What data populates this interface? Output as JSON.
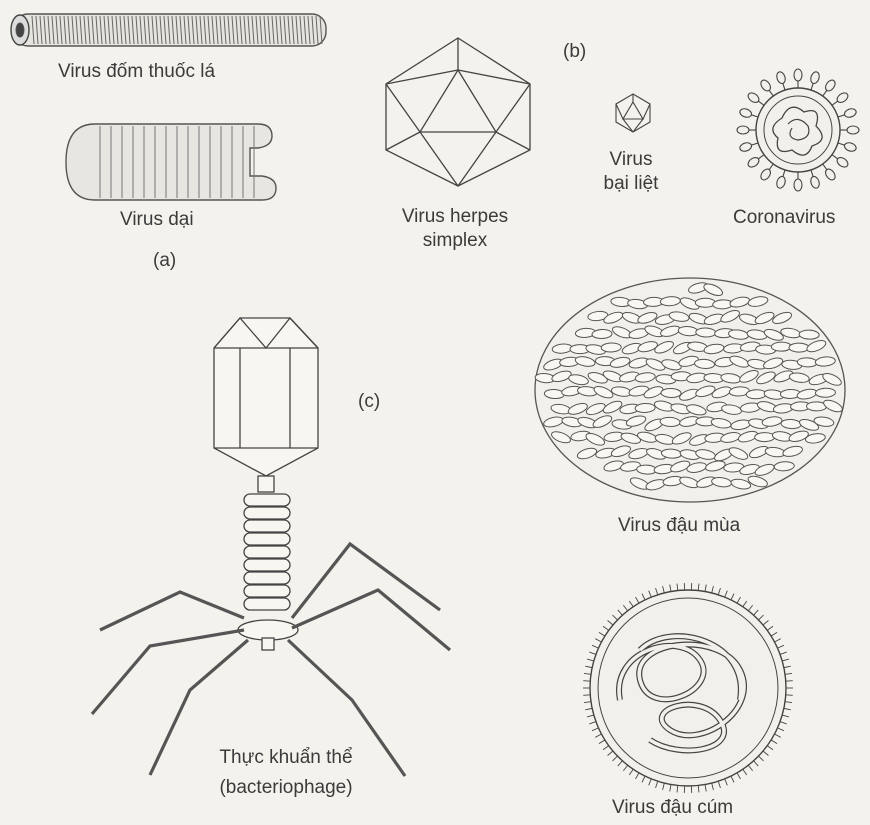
{
  "labels": {
    "tobacco_mosaic": "Virus đốm thuốc lá",
    "rabies": "Virus dại",
    "panel_a": "(a)",
    "panel_b": "(b)",
    "herpes_line1": "Virus herpes",
    "herpes_line2": "simplex",
    "polio_line1": "Virus",
    "polio_line2": "bại liệt",
    "coronavirus": "Coronavirus",
    "panel_c": "(c)",
    "smallpox": "Virus đậu mùa",
    "bacteriophage_line1": "Thực khuẩn thể",
    "bacteriophage_line2": "(bacteriophage)",
    "cowpox": "Virus đậu cúm"
  },
  "colors": {
    "paper": "#f4f2ec",
    "ink": "#3b3b3b"
  }
}
